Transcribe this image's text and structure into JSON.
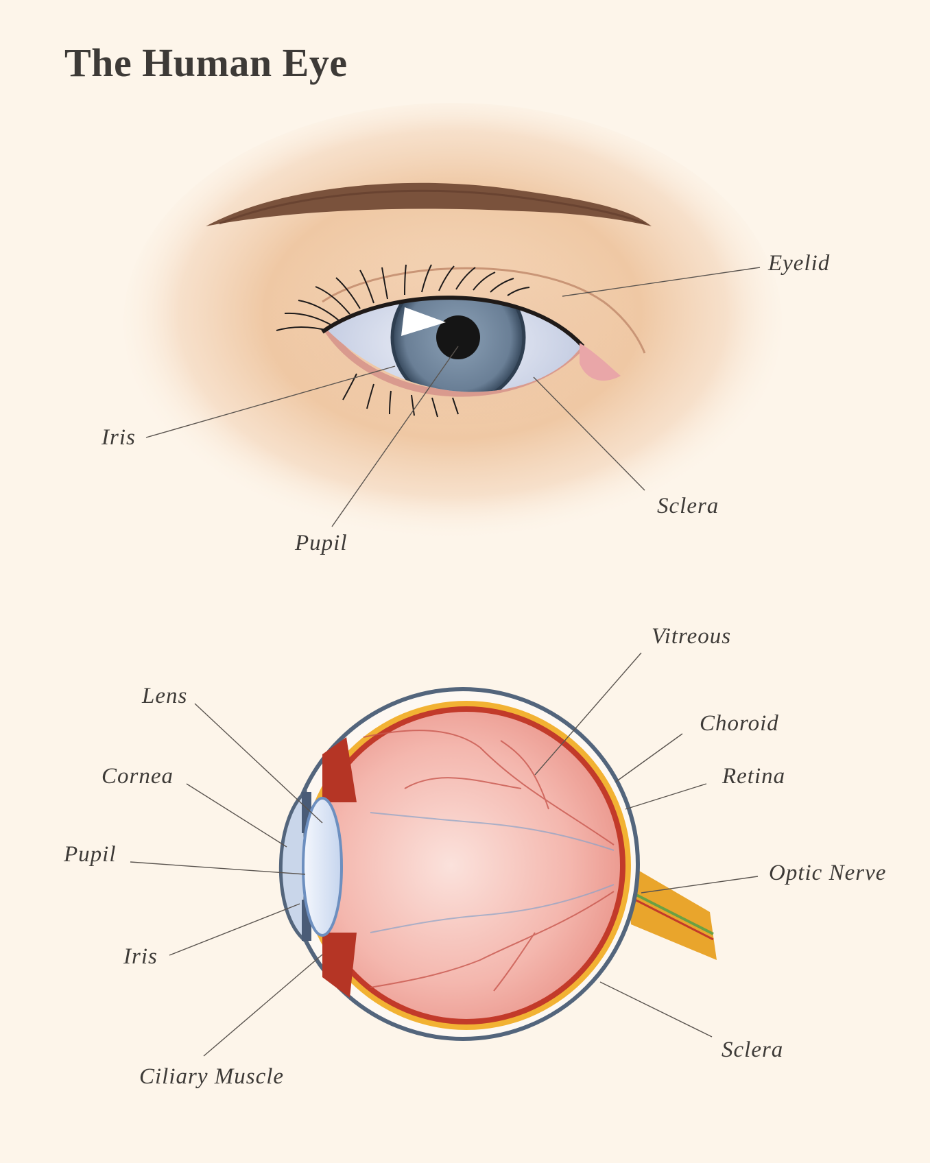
{
  "title": "The Human Eye",
  "external_eye": {
    "labels": {
      "eyelid": "Eyelid",
      "iris": "Iris",
      "pupil": "Pupil",
      "sclera": "Sclera"
    },
    "colors": {
      "skin": "#f0c7a3",
      "iris": "#6b7f95",
      "sclera": "#dfe5f1",
      "brow": "#6e4a36"
    }
  },
  "cross_section": {
    "labels": {
      "vitreous": "Vitreous",
      "lens": "Lens",
      "choroid": "Choroid",
      "cornea": "Cornea",
      "retina": "Retina",
      "pupil": "Pupil",
      "optic_nerve": "Optic Nerve",
      "iris": "Iris",
      "ciliary_muscle": "Ciliary Muscle",
      "sclera": "Sclera"
    },
    "colors": {
      "vitreous": "#f3b3ab",
      "choroid": "#c23a2a",
      "retina": "#f2b233",
      "lens": "#dde8f7",
      "nerve": "#e8a52a"
    }
  }
}
